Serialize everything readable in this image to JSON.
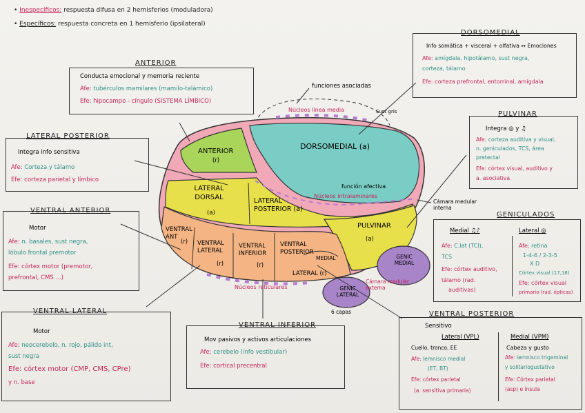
{
  "header": {
    "inespecificos": "Inespecíficos:",
    "inespecificos_text": "respuesta difusa en 2 hemisferios (moduladora)",
    "especificos": "Específicos:",
    "especificos_text": "respuesta concreta en 1 hemisferio (ipsilateral)"
  },
  "thalamus": {
    "anterior": "ANTERIOR",
    "anterior_sub": "(r)",
    "dorsomedial": "DORSOMEDIAL (a)",
    "lateral_dorsal": "LATERAL DORSAL",
    "lateral_dorsal_sub": "(a)",
    "lateral_posterior": "LATERAL POSTERIOR (a)",
    "pulvinar": "PULVINAR",
    "pulvinar_sub": "(a)",
    "ventral_ant": "VENTRAL ANT",
    "ventral_ant_sub": "(r)",
    "ventral_lateral": "VENTRAL LATERAL",
    "ventral_lateral_sub": "(r)",
    "ventral_inferior": "VENTRAL INFERIOR",
    "ventral_inferior_sub": "(r)",
    "ventral_posterior": "VENTRAL POSTERIOR",
    "medial": "MEDIAL",
    "lateral": "LATERAL (r)",
    "genic_medial": "GENIC MEDIAL",
    "genic_lateral": "GENIC LATERAL",
    "capas": "6 capas"
  },
  "annotations": {
    "funciones_asociadas": "funciones asociadas",
    "nucleos_linea_media": "Núcleos línea media",
    "sust_gris": "Sust gris",
    "funcion_afectiva": "función afectiva",
    "nucleos_intralaminares": "Núcleos intralaminares",
    "camara_medular_interna": "Cámara medular interna",
    "nucleos_reticulares": "Núcleos reticulares",
    "camara_medular_externa": "Cámara medular externa"
  },
  "boxes": {
    "anterior": {
      "title": "ANTERIOR",
      "line1": "Conducta emocional y memoria reciente",
      "afe_label": "Afe:",
      "afe": "tubérculos mamilares (mamilo-talámico)",
      "efe_label": "Efe:",
      "efe": "hipocampo - cíngulo (SISTEMA LÍMBICO)"
    },
    "lateral_posterior": {
      "title": "LATERAL POSTERIOR",
      "line1": "Integra info sensitiva",
      "afe_label": "Afe:",
      "afe": "Corteza y tálamo",
      "efe_label": "Efe:",
      "efe": "corteza parietal y límbico"
    },
    "ventral_anterior": {
      "title": "VENTRAL ANTERIOR",
      "line1": "Motor",
      "afe_label": "Afe:",
      "afe": "n. basales, sust negra,",
      "afe2": "lóbulo frontal premotor",
      "efe_label": "Efe:",
      "efe": "córtex motor (premotor,",
      "efe2": "prefrontal, CMS ...)"
    },
    "ventral_lateral": {
      "title": "VENTRAL LATERAL",
      "line1": "Motor",
      "afe_label": "Afe:",
      "afe": "neocerebelo, n. rojo, pálido int,",
      "afe2": "sust negra",
      "efe_label": "Efe:",
      "efe": "córtex motor (CMP, CMS, CPre)",
      "efe2": "y n. base"
    },
    "ventral_inferior": {
      "title": "VENTRAL INFERIOR",
      "line1": "Mov pasivos y activos articulaciones",
      "afe_label": "Afe:",
      "afe": "cerebelo (info vestibular)",
      "efe_label": "Efe:",
      "efe": "cortical precentral"
    },
    "dorsomedial": {
      "title": "DORSOMEDIAL",
      "line1": "Info somática + visceral + olfativa ↔ Emociones",
      "afe_label": "Afe:",
      "afe": "amígdala, hipotálamo, sust negra,",
      "afe2": "corteza, tálamo",
      "efe_label": "Efe:",
      "efe": "corteza prefrontal, entorrinal, amígdala"
    },
    "pulvinar": {
      "title": "PULVINAR",
      "line1": "Integra ◎ y ♫",
      "afe_label": "Afe:",
      "afe": "corteza auditiva y visual,",
      "afe2": "n. geniculados, TCS, área",
      "afe3": "pretectal",
      "efe_label": "Efe:",
      "efe": "córtex visual, auditivo y",
      "efe2": "a. asociativa"
    },
    "geniculados": {
      "title": "GENICULADOS",
      "medial_title": "Medial ♫♪",
      "lateral_title": "Lateral ◎",
      "m_afe_label": "Afe:",
      "m_afe": "C.lat (TCI),",
      "m_afe2": "TCS",
      "m_efe_label": "Efe:",
      "m_efe": "córtex auditivo,",
      "m_efe2": "tálamo (rad.",
      "m_efe3": "auditivas)",
      "l_afe_label": "Afe:",
      "l_afe": "retina",
      "l_afe2": "1-4-6 / 2-3-5",
      "l_afe3": "X       D",
      "l_afe4": "Córtex visual (17,18)",
      "l_efe_label": "Efe:",
      "l_efe": "córtex visual",
      "l_efe2": "primario (rad. ópticas)"
    },
    "ventral_posterior": {
      "title": "VENTRAL POSTERIOR",
      "line1": "Sensitivo",
      "lat_title": "Lateral (VPL)",
      "med_title": "Medial (VPM)",
      "lat_line1": "Cuello, tronco, EE",
      "med_line1": "Cabeza y gusto",
      "lat_afe_label": "Afe:",
      "lat_afe": "lemnisco medial",
      "lat_afe2": "(ET, BT)",
      "med_afe_label": "Afe:",
      "med_afe": "lemnisco trigeminal",
      "med_afe2": "y solitariogustativo",
      "lat_efe_label": "Efe:",
      "lat_efe": "córtex parietal",
      "lat_efe2": "(a. sensitiva primaria)",
      "med_efe_label": "Efe:",
      "med_efe": "Córtex parietal",
      "med_efe2": "(asp) e ínsula"
    }
  },
  "colors": {
    "anterior": "#a9d65a",
    "dorsomedial": "#79cdc4",
    "yellow": "#e8e04a",
    "orange": "#f4b483",
    "pink_border": "#f1a9b7",
    "purple": "#a884c8",
    "ink": "#c3245a"
  }
}
